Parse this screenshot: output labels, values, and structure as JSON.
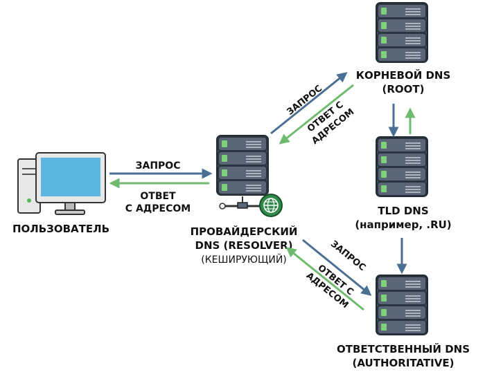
{
  "colors": {
    "request_arrow": "#4a6f93",
    "response_arrow": "#6fba6f",
    "server_body": "#5a6675",
    "server_front": "#3e4a59",
    "monitor_screen": "#5bb7e0",
    "globe": "#2f8a4a"
  },
  "nodes": {
    "user": {
      "label": "ПОЛЬЗОВАТЕЛЬ",
      "icon": "desktop-computer-icon"
    },
    "resolver": {
      "label_line1": "ПРОВАЙДЕРСКИЙ",
      "label_line2": "DNS (RESOLVER)",
      "label_line3": "(КЕШИРУЮЩИЙ)",
      "icon": "server-with-globe-icon"
    },
    "root": {
      "label_line1": "КОРНЕВОЙ DNS",
      "label_line2": "(ROOT)",
      "icon": "server-icon"
    },
    "tld": {
      "label_line1": "TLD DNS",
      "label_line2": "(например, .RU)",
      "icon": "server-icon"
    },
    "authoritative": {
      "label_line1": "ОТВЕТСТВЕННЫЙ DNS",
      "label_line2": "(AUTHORITATIVE)",
      "icon": "server-icon"
    }
  },
  "edges": {
    "user_resolver": {
      "request": "ЗАПРОС",
      "response_line1": "ОТВЕТ",
      "response_line2": "С АДРЕСОМ"
    },
    "resolver_root": {
      "request": "ЗАПРОС",
      "response_line1": "ОТВЕТ С",
      "response_line2": "АДРЕСОМ"
    },
    "resolver_authoritative": {
      "request": "ЗАПРОС",
      "response_line1": "ОТВЕТ С",
      "response_line2": "АДРЕСОМ"
    }
  }
}
